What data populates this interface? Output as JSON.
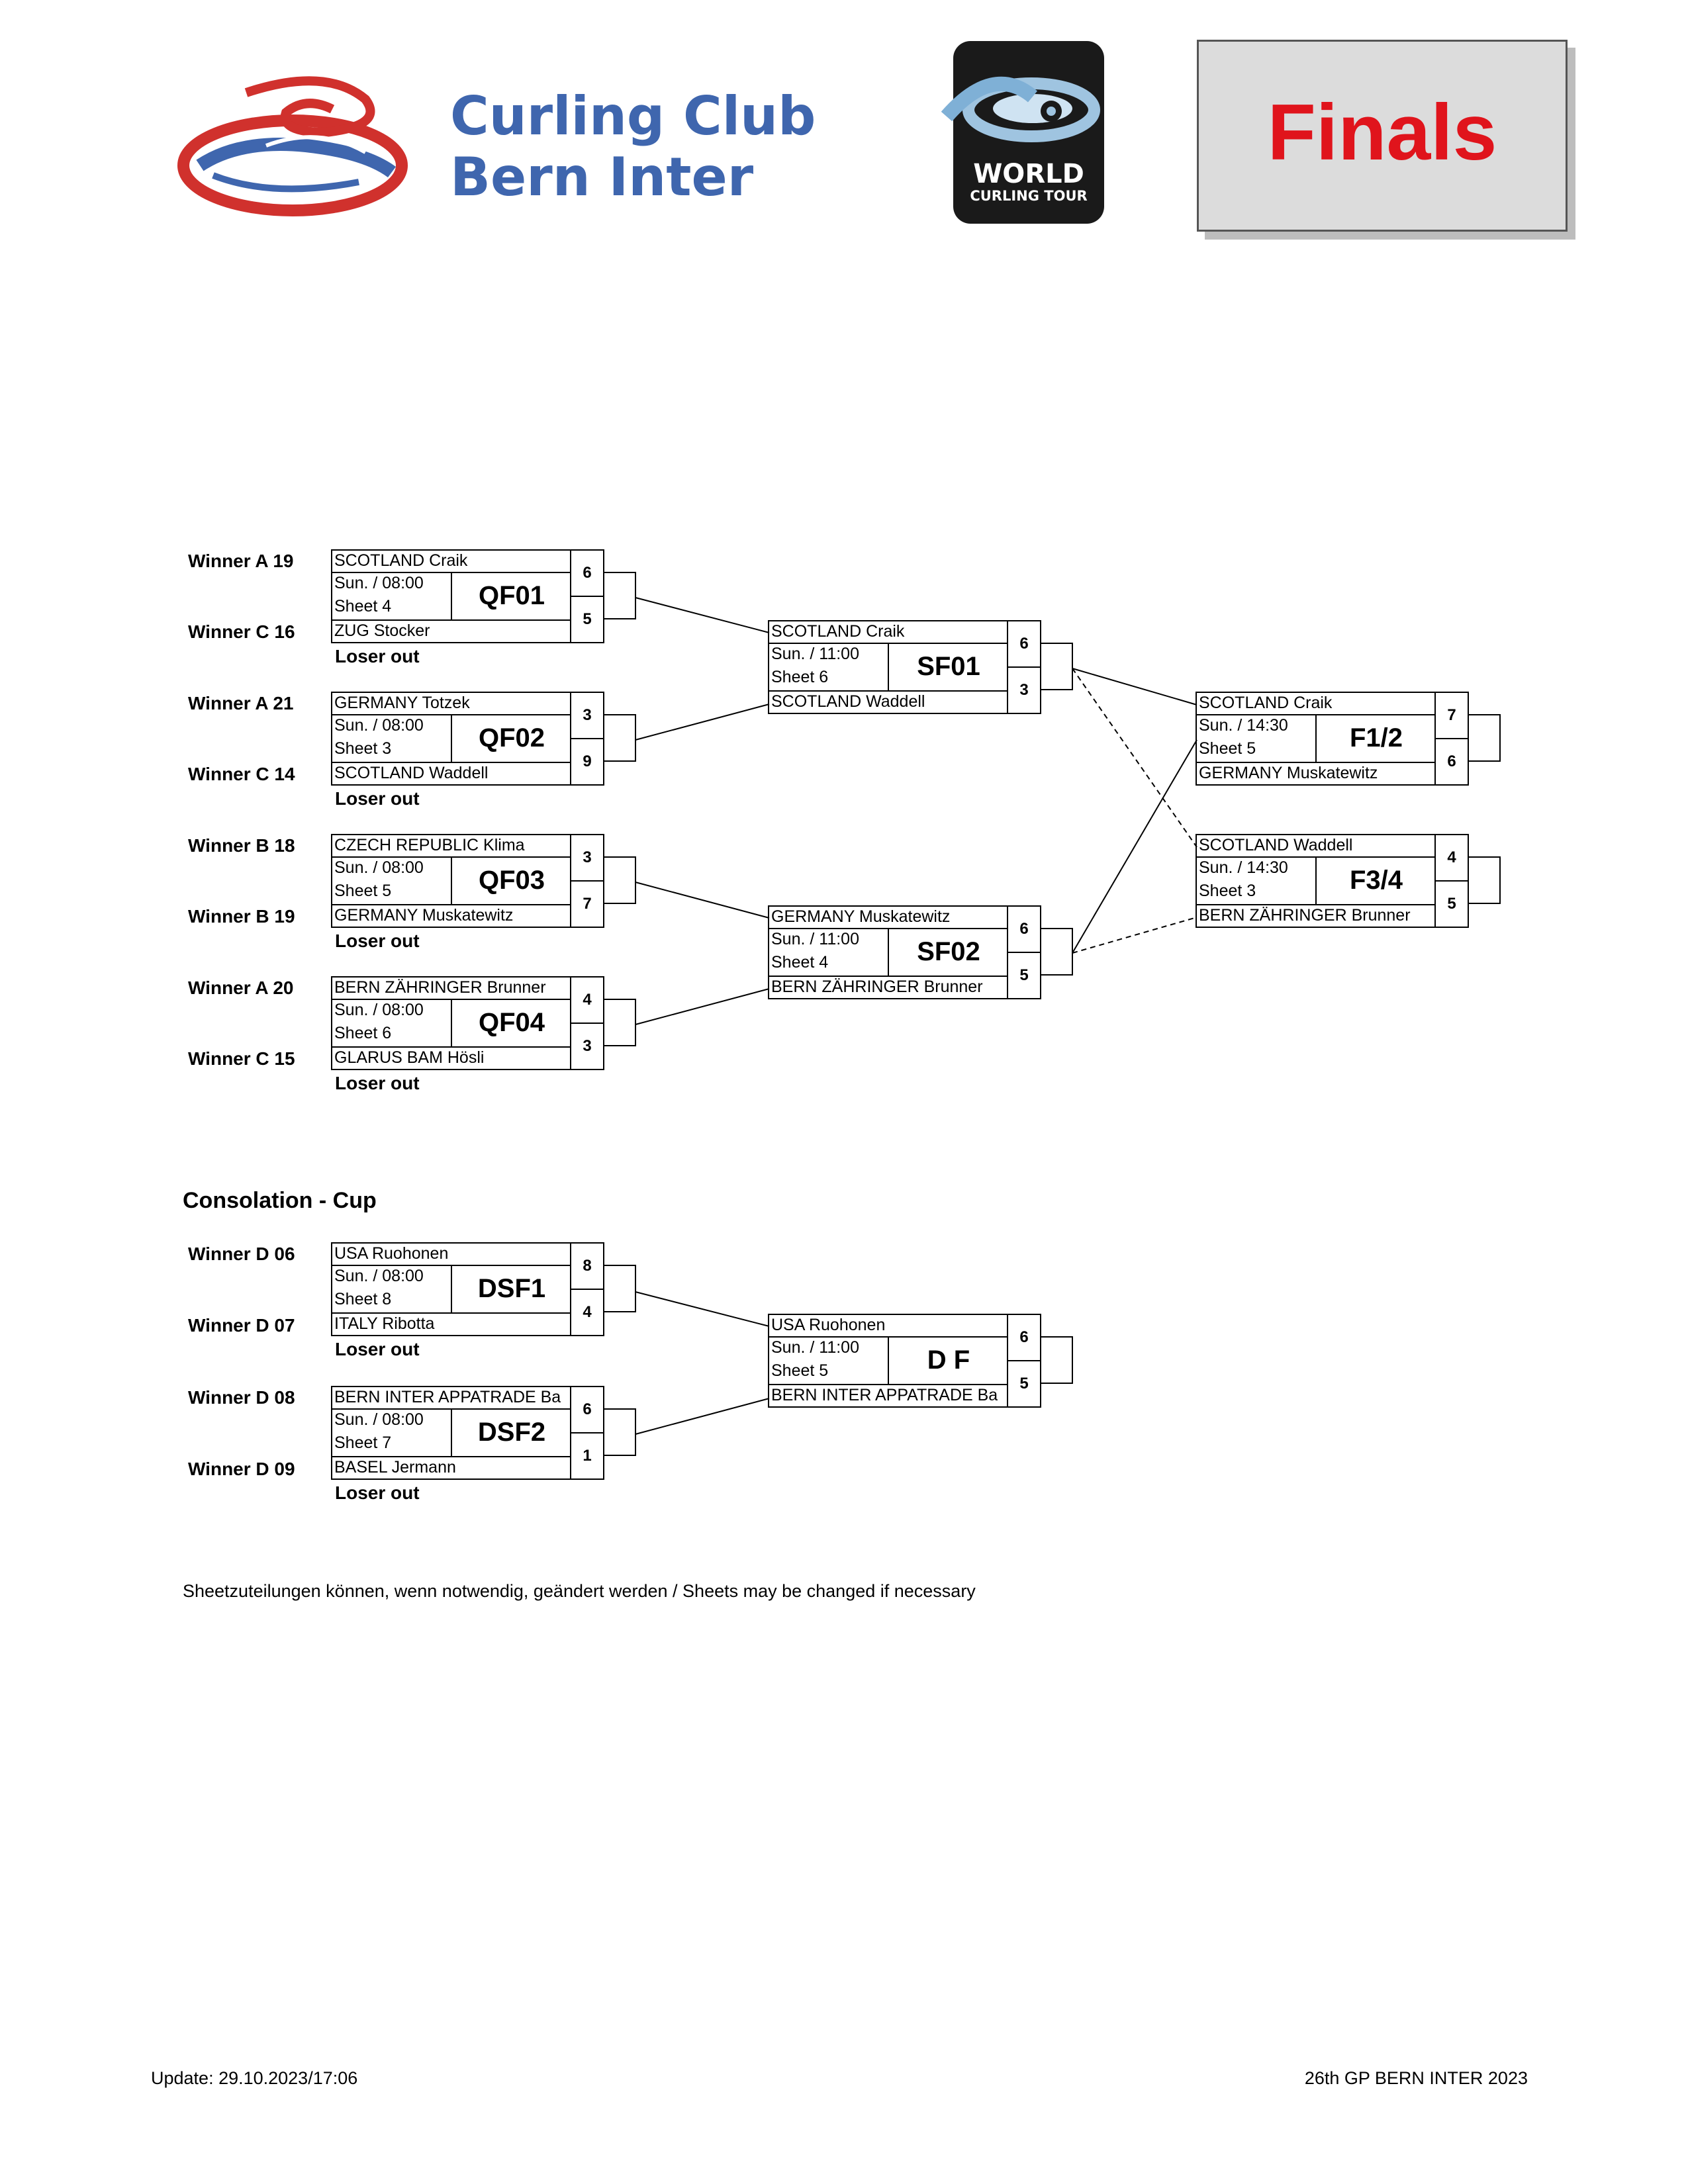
{
  "header": {
    "club_line1": "Curling Club",
    "club_line2": "Bern Inter",
    "wct_line1": "WORLD",
    "wct_line2": "CURLING TOUR",
    "title": "Finals",
    "title_color": "#e0141c",
    "club_color": "#3f66ae"
  },
  "seeds": {
    "qf01_top": "Winner  A 19",
    "qf01_bot": "Winner  C 16",
    "qf02_top": "Winner  A 21",
    "qf02_bot": "Winner  C 14",
    "qf03_top": "Winner  B 18",
    "qf03_bot": "Winner  B 19",
    "qf04_top": "Winner  A 20",
    "qf04_bot": "Winner  C 15",
    "dsf1_top": "Winner  D 06",
    "dsf1_bot": "Winner  D 07",
    "dsf2_top": "Winner  D 08",
    "dsf2_bot": "Winner  D 09"
  },
  "games": {
    "qf01": {
      "team1": "SCOTLAND Craik",
      "team2": "ZUG Stocker",
      "time": "Sun. / 08:00",
      "sheet": "Sheet 4",
      "code": "QF01",
      "score1": "6",
      "score2": "5",
      "loser": "Loser out"
    },
    "qf02": {
      "team1": "GERMANY Totzek",
      "team2": "SCOTLAND Waddell",
      "time": "Sun. / 08:00",
      "sheet": "Sheet 3",
      "code": "QF02",
      "score1": "3",
      "score2": "9",
      "loser": "Loser out"
    },
    "qf03": {
      "team1": "CZECH REPUBLIC Klima",
      "team2": "GERMANY Muskatewitz",
      "time": "Sun. / 08:00",
      "sheet": "Sheet 5",
      "code": "QF03",
      "score1": "3",
      "score2": "7",
      "loser": "Loser out"
    },
    "qf04": {
      "team1": "BERN ZÄHRINGER Brunner",
      "team2": "GLARUS BAM Hösli",
      "time": "Sun. / 08:00",
      "sheet": "Sheet 6",
      "code": "QF04",
      "score1": "4",
      "score2": "3",
      "loser": "Loser out"
    },
    "sf01": {
      "team1": "SCOTLAND Craik",
      "team2": "SCOTLAND Waddell",
      "time": "Sun. / 11:00",
      "sheet": "Sheet 6",
      "code": "SF01",
      "score1": "6",
      "score2": "3"
    },
    "sf02": {
      "team1": "GERMANY Muskatewitz",
      "team2": "BERN ZÄHRINGER Brunner",
      "time": "Sun. / 11:00",
      "sheet": "Sheet 4",
      "code": "SF02",
      "score1": "6",
      "score2": "5"
    },
    "f12": {
      "team1": "SCOTLAND Craik",
      "team2": "GERMANY Muskatewitz",
      "time": "Sun. / 14:30",
      "sheet": "Sheet 5",
      "code": "F1/2",
      "score1": "7",
      "score2": "6"
    },
    "f34": {
      "team1": "SCOTLAND Waddell",
      "team2": "BERN ZÄHRINGER Brunner",
      "time": "Sun. / 14:30",
      "sheet": "Sheet 3",
      "code": "F3/4",
      "score1": "4",
      "score2": "5"
    },
    "dsf1": {
      "team1": "USA Ruohonen",
      "team2": "ITALY Ribotta",
      "time": "Sun. / 08:00",
      "sheet": "Sheet 8",
      "code": "DSF1",
      "score1": "8",
      "score2": "4",
      "loser": "Loser out"
    },
    "dsf2": {
      "team1": "BERN INTER APPATRADE Ba",
      "team2": "BASEL Jermann",
      "time": "Sun. / 08:00",
      "sheet": "Sheet 7",
      "code": "DSF2",
      "score1": "6",
      "score2": "1",
      "loser": "Loser out"
    },
    "df": {
      "team1": "USA Ruohonen",
      "team2": "BERN INTER APPATRADE Ba",
      "time": "Sun. / 11:00",
      "sheet": "Sheet 5",
      "code": "D F",
      "score1": "6",
      "score2": "5"
    }
  },
  "consolation_heading": "Consolation - Cup",
  "note": "Sheetzuteilungen können, wenn notwendig, geändert werden / Sheets may be changed if necessary",
  "footer": {
    "update": "Update: 29.10.2023/17:06",
    "event": "26th GP BERN INTER 2023"
  }
}
